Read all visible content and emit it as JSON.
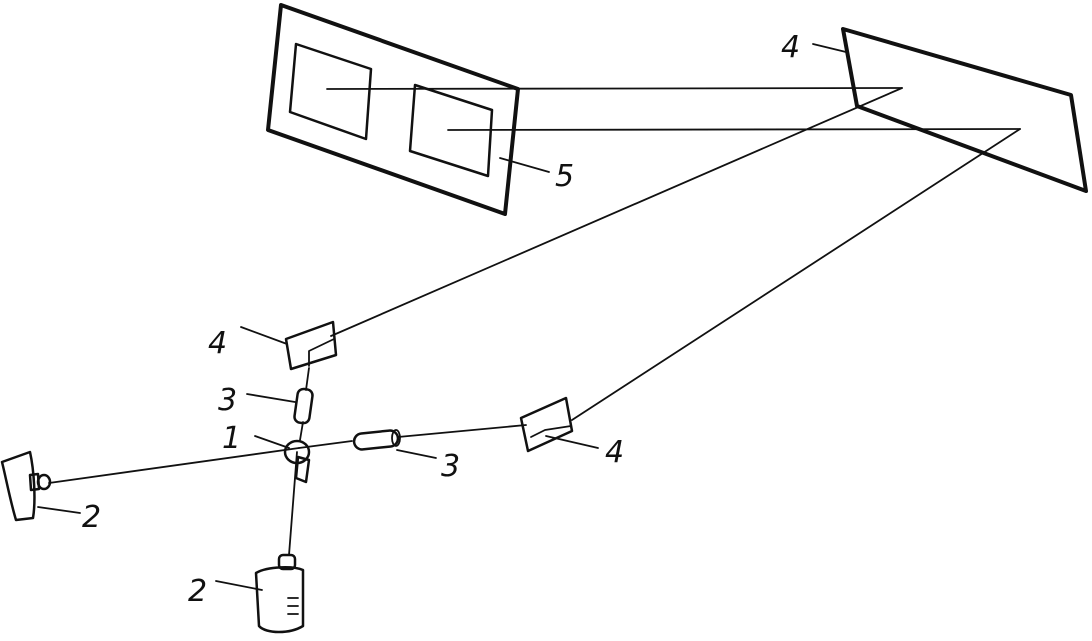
{
  "diagram": {
    "labels": {
      "beam_source": "1",
      "laser_left": "2",
      "laser_bottom": "2",
      "expander_upper": "3",
      "expander_right": "3",
      "mirror_upper": "4",
      "mirror_right": "4",
      "mirror_large": "4",
      "screen": "5"
    }
  }
}
